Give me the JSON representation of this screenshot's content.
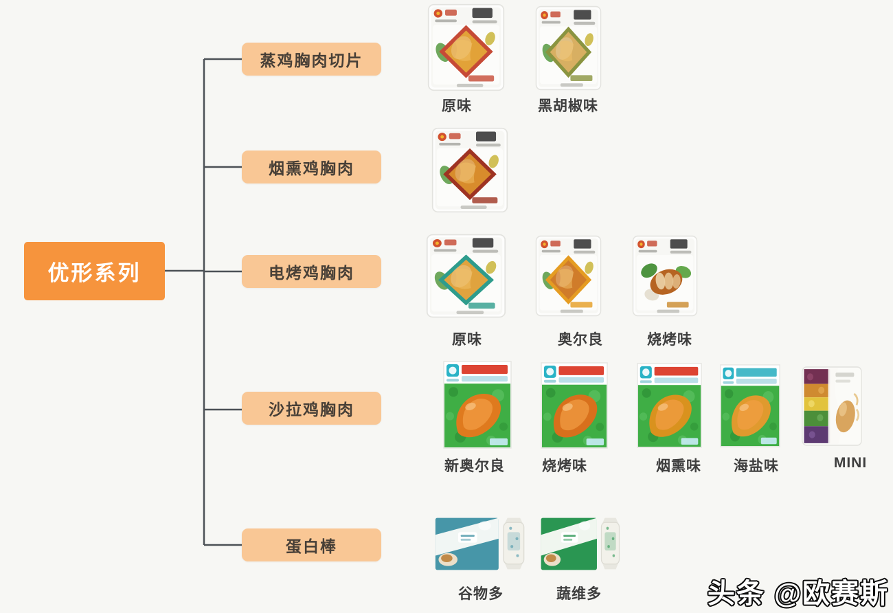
{
  "colors": {
    "background": "#f7f7f4",
    "root_bg": "#f6943d",
    "root_text": "#ffffff",
    "branch_bg": "#f9c795",
    "branch_text": "#473f37",
    "line": "#4c5156",
    "caption_text": "#3e3e3e"
  },
  "root": {
    "label": "优形系列"
  },
  "branches": [
    {
      "label": "蒸鸡胸肉切片"
    },
    {
      "label": "烟熏鸡胸肉"
    },
    {
      "label": "电烤鸡胸肉"
    },
    {
      "label": "沙拉鸡胸肉"
    },
    {
      "label": "蛋白棒"
    }
  ],
  "products": {
    "steamed": [
      {
        "caption": "原味",
        "frame": "#c64a36",
        "meat": "#e2a238"
      },
      {
        "caption": "黑胡椒味",
        "frame": "#8a9440",
        "meat": "#d8af62"
      }
    ],
    "smoked": [
      {
        "frame": "#9e3322",
        "meat": "#d88c2c"
      }
    ],
    "roasted": [
      {
        "caption": "原味",
        "frame": "#2e9c8c",
        "meat": "#e0a33e"
      },
      {
        "caption": "奥尔良",
        "frame": "#e59c22",
        "meat": "#d07c2a"
      },
      {
        "caption": "烧烤味",
        "meat": "#b66422"
      }
    ],
    "salad": [
      {
        "caption": "新奥尔良",
        "title_color": "#dd4433",
        "meat": "#df7a1e"
      },
      {
        "caption": "烧烤味",
        "title_color": "#dd4433",
        "meat": "#d8701c"
      },
      {
        "caption": "烟熏味",
        "title_color": "#dd4433",
        "meat": "#d9921e"
      },
      {
        "caption": "海盐味",
        "title_color": "#45b9c8",
        "meat": "#e09a2e"
      },
      {
        "caption": "MINI"
      }
    ],
    "bars": [
      {
        "caption": "谷物多",
        "box_color": "#4796a8"
      },
      {
        "caption": "蔬维多",
        "box_color": "#2a9652"
      }
    ]
  },
  "watermark": {
    "text": "头条 @欧赛斯"
  }
}
